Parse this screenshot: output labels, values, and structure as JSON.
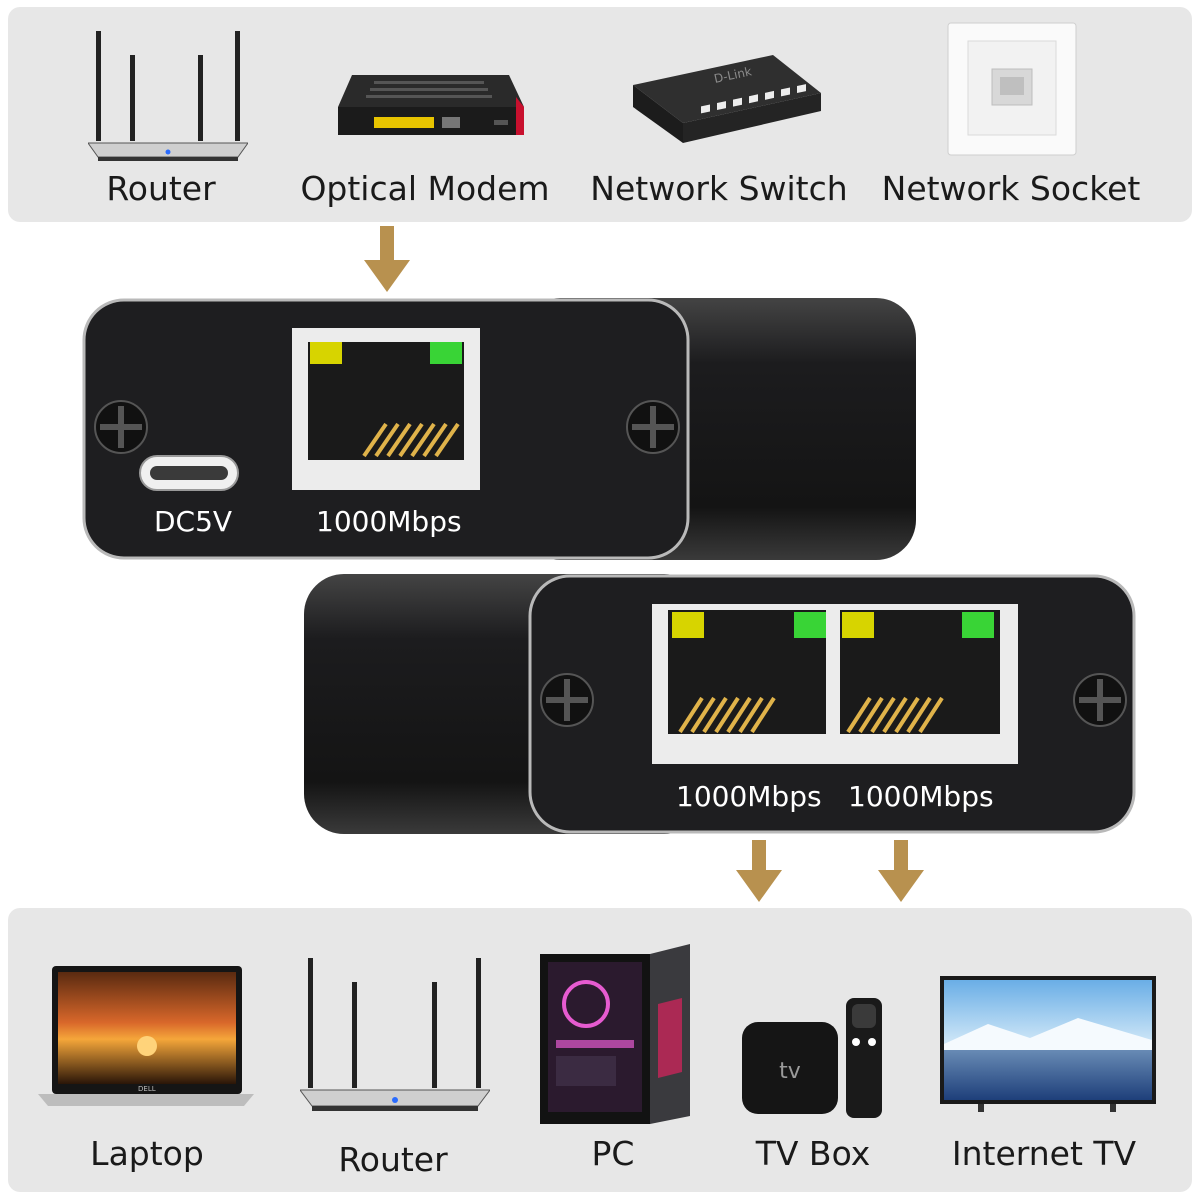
{
  "top_devices": [
    {
      "label": "Router",
      "icon": "router-icon"
    },
    {
      "label": "Optical Modem",
      "icon": "optical-modem-icon"
    },
    {
      "label": "Network Switch",
      "icon": "network-switch-icon"
    },
    {
      "label": "Network Socket",
      "icon": "network-socket-icon"
    }
  ],
  "adapter_top": {
    "power_label": "DC5V",
    "port_label": "1000Mbps"
  },
  "adapter_bottom": {
    "port1_label": "1000Mbps",
    "port2_label": "1000Mbps"
  },
  "bottom_devices": [
    {
      "label": "Laptop",
      "icon": "laptop-icon",
      "screen_brand": "DELL"
    },
    {
      "label": "Router",
      "icon": "router-icon"
    },
    {
      "label": "PC",
      "icon": "pc-tower-icon"
    },
    {
      "label": "TV Box",
      "icon": "tv-box-icon",
      "device_text": "tv"
    },
    {
      "label": "Internet TV",
      "icon": "internet-tv-icon"
    }
  ],
  "colors": {
    "panel": "#e7e7e7",
    "arrow": "#b8914f",
    "adapter_body": "#1c1c1e",
    "led_yellow": "#d7d400",
    "led_green": "#39d436",
    "pin_gold": "#e0b34a"
  },
  "switch_brand": "D-Link"
}
